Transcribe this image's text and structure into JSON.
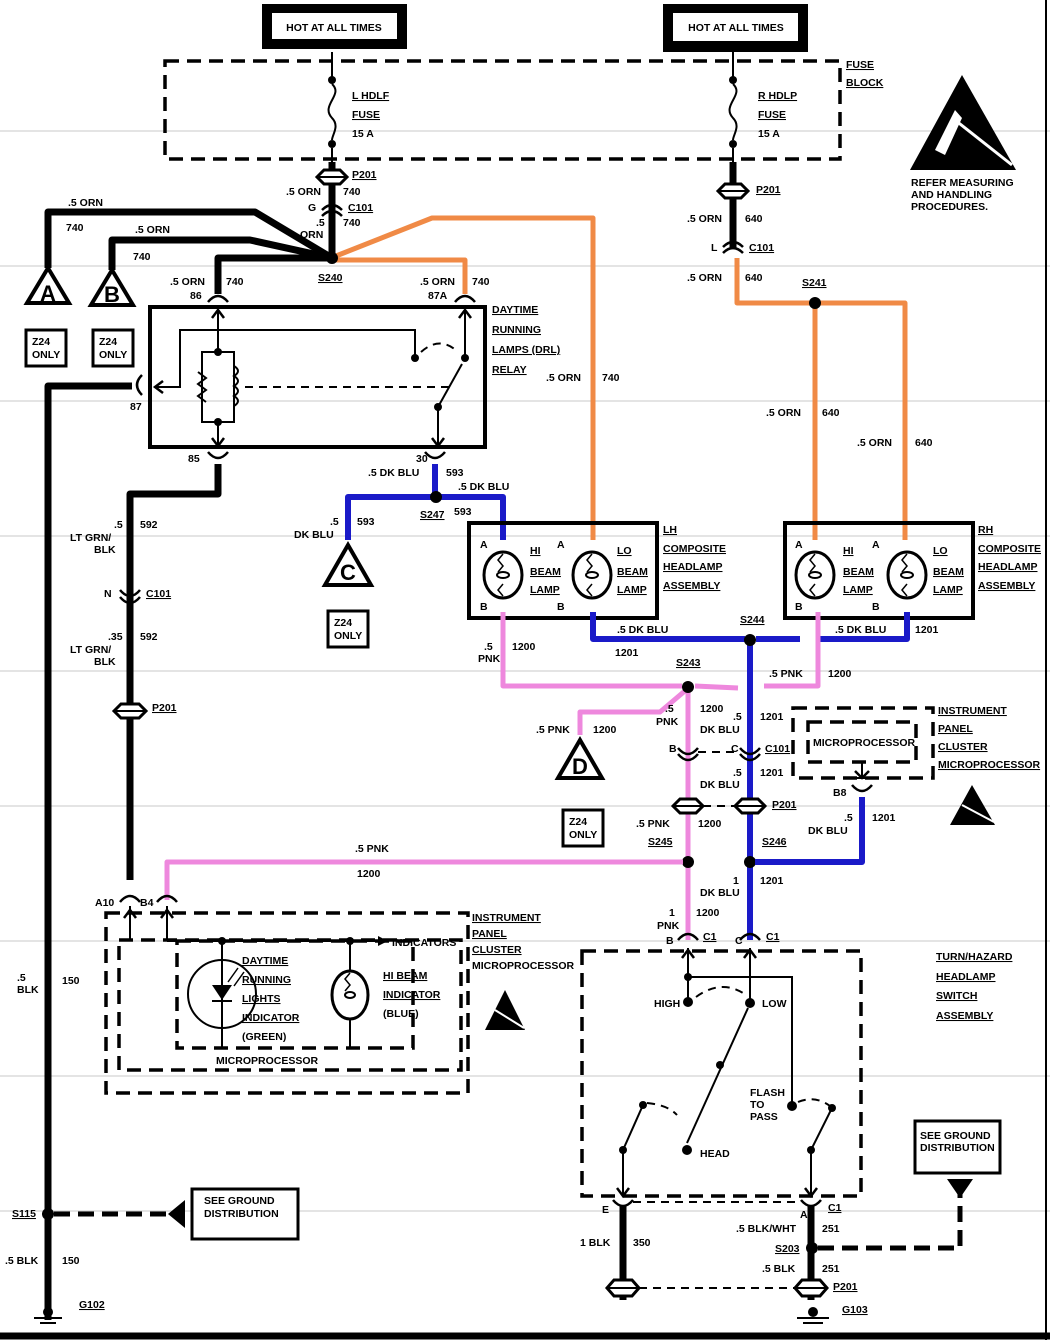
{
  "title": "Daytime Running Lamps / Headlamp Wiring Schematic",
  "power": {
    "left_source": "HOT AT ALL TIMES",
    "right_source": "HOT AT ALL TIMES",
    "fuse_block_label": [
      "FUSE",
      "BLOCK"
    ],
    "left_fuse": [
      "L HDLF",
      "FUSE",
      "15 A"
    ],
    "right_fuse": [
      "R HDLP",
      "FUSE",
      "15 A"
    ]
  },
  "esd_notice": [
    "REFER MEASURING",
    "AND HANDLING",
    "PROCEDURES."
  ],
  "connectors": {
    "p201": "P201",
    "c101": "C101",
    "c1": "C1"
  },
  "splices": {
    "s240": "S240",
    "s241": "S241",
    "s243": "S243",
    "s244": "S244",
    "s245": "S245",
    "s246": "S246",
    "s247": "S247",
    "s115": "S115",
    "s203": "S203"
  },
  "grounds": {
    "g102": "G102",
    "g103": "G103"
  },
  "off_page": {
    "a": "A",
    "b": "B",
    "c": "C",
    "d": "D",
    "z24_only": [
      "Z24",
      "ONLY"
    ]
  },
  "wires": {
    "orn_05": ".5 ORN",
    "c740": "740",
    "c640": "640",
    "dkblu_05": ".5 DK BLU",
    "c593": "593",
    "c592": "592",
    "c1200": "1200",
    "c1201": "1201",
    "pnk_05": ".5 PNK",
    "ltgrnblk": [
      "LT GRN/",
      "BLK"
    ],
    "size_05": ".5",
    "size_035": ".35",
    "size_1": "1",
    "blk": "BLK",
    "pnk": "PNK",
    "dkblu": "DK BLU",
    "orn": "ORN",
    "c150": "150",
    "blk_05": ".5 BLK",
    "c350": "350",
    "blk_1": "1 BLK",
    "c251": "251",
    "blkwht_05": ".5 BLK/WHT"
  },
  "pins": {
    "g": "G",
    "l": "L",
    "n": "N",
    "b": "B",
    "c": "C",
    "a": "A",
    "e": "E",
    "p86": "86",
    "p87a": "87A",
    "p87": "87",
    "p85": "85",
    "p30": "30",
    "a10": "A10",
    "b4": "B4",
    "b8": "B8"
  },
  "components": {
    "drl_relay": [
      "DAYTIME",
      "RUNNING",
      "LAMPS (DRL)",
      "RELAY"
    ],
    "lh_assembly": [
      "LH",
      "COMPOSITE",
      "HEADLAMP",
      "ASSEMBLY"
    ],
    "rh_assembly": [
      "RH",
      "COMPOSITE",
      "HEADLAMP",
      "ASSEMBLY"
    ],
    "hi_beam_lamp": [
      "HI",
      "BEAM",
      "LAMP"
    ],
    "lo_beam_lamp": [
      "LO",
      "BEAM",
      "LAMP"
    ],
    "ipc_micro": [
      "INSTRUMENT",
      "PANEL",
      "CLUSTER",
      "MICROPROCESSOR"
    ],
    "microprocessor": "MICROPROCESSOR",
    "indicators": "INDICATORS",
    "drl_indicator": [
      "DAYTIME",
      "RUNNING",
      "LIGHTS",
      "INDICATOR",
      "(GREEN)"
    ],
    "hibeam_indicator": [
      "HI BEAM",
      "INDICATOR",
      "(BLUE)"
    ],
    "switch_assembly": [
      "TURN/HAZARD",
      "HEADLAMP",
      "SWITCH",
      "ASSEMBLY"
    ],
    "switch_positions": {
      "high": "HIGH",
      "low": "LOW",
      "head": "HEAD",
      "flash": [
        "FLASH",
        "TO",
        "PASS"
      ]
    },
    "see_ground": [
      "SEE GROUND",
      "DISTRIBUTION"
    ]
  },
  "colors": {
    "orange": "#f08a46",
    "dark_blue": "#1a1ac8",
    "pink": "#ee88dd",
    "black": "#000000"
  }
}
